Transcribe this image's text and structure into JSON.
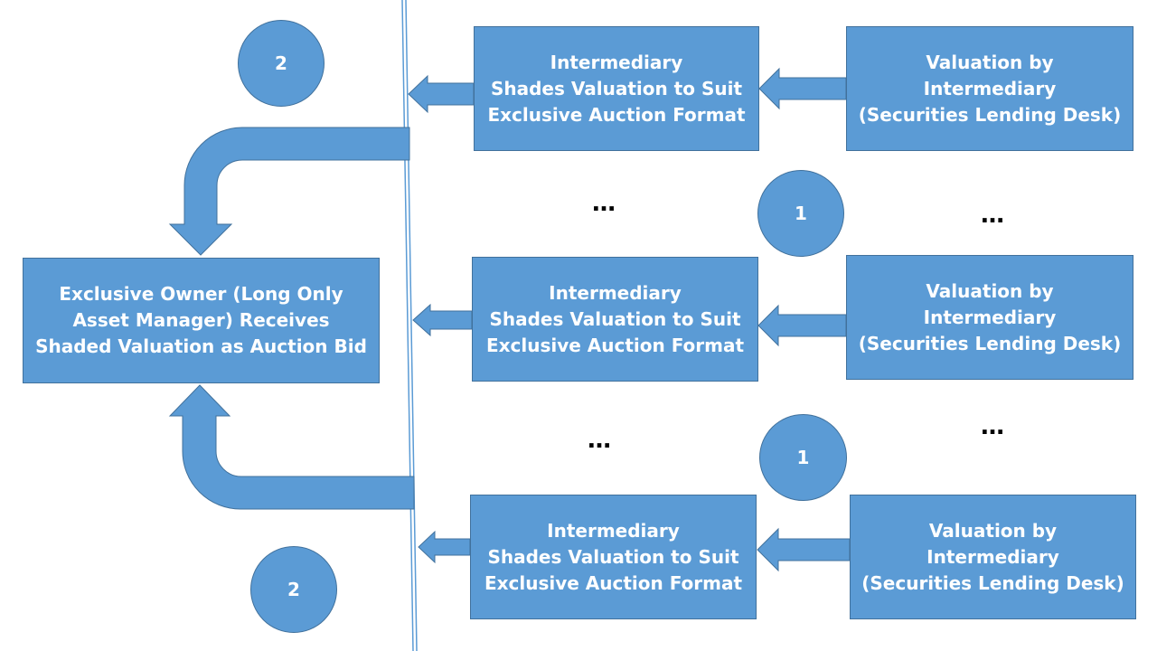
{
  "owner_box": {
    "lines": [
      "Exclusive Owner (Long Only",
      "Asset Manager) Receives",
      "Shaded Valuation as Auction Bid"
    ]
  },
  "intermediary_boxes": [
    {
      "lines": [
        "Intermediary",
        "Shades Valuation to Suit",
        "Exclusive Auction Format"
      ]
    },
    {
      "lines": [
        "Intermediary",
        "Shades Valuation to Suit",
        "Exclusive Auction Format"
      ]
    },
    {
      "lines": [
        "Intermediary",
        "Shades Valuation to Suit",
        "Exclusive Auction Format"
      ]
    }
  ],
  "valuation_boxes": [
    {
      "lines": [
        "Valuation by",
        "Intermediary",
        "(Securities Lending Desk)"
      ]
    },
    {
      "lines": [
        "Valuation by",
        "Intermediary",
        "(Securities Lending Desk)"
      ]
    },
    {
      "lines": [
        "Valuation by",
        "Intermediary",
        "(Securities Lending Desk)"
      ]
    }
  ],
  "step_badges": [
    "2",
    "1",
    "1",
    "2"
  ],
  "ellipses": [
    "…",
    "…",
    "…",
    "…"
  ],
  "colors": {
    "fill": "#5b9bd5",
    "outline": "#41719c",
    "text": "#ffffff",
    "divider": "#5b9bd5"
  }
}
